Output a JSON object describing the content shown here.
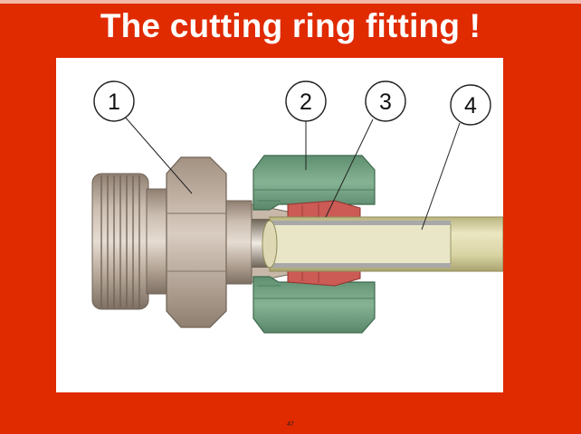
{
  "slide": {
    "title": "The cutting ring fitting !",
    "page_number": "47"
  },
  "diagram": {
    "callouts": [
      {
        "id": "1",
        "label": "1"
      },
      {
        "id": "2",
        "label": "2"
      },
      {
        "id": "3",
        "label": "3"
      },
      {
        "id": "4",
        "label": "4"
      }
    ]
  },
  "colors": {
    "background": "#e02a00",
    "title_text": "#ffffff",
    "body_metal": "#b9a99a",
    "nut_green": "#74a383",
    "cutting_ring_red": "#cc5a55",
    "tube_yellow": "#d8d3a2"
  }
}
